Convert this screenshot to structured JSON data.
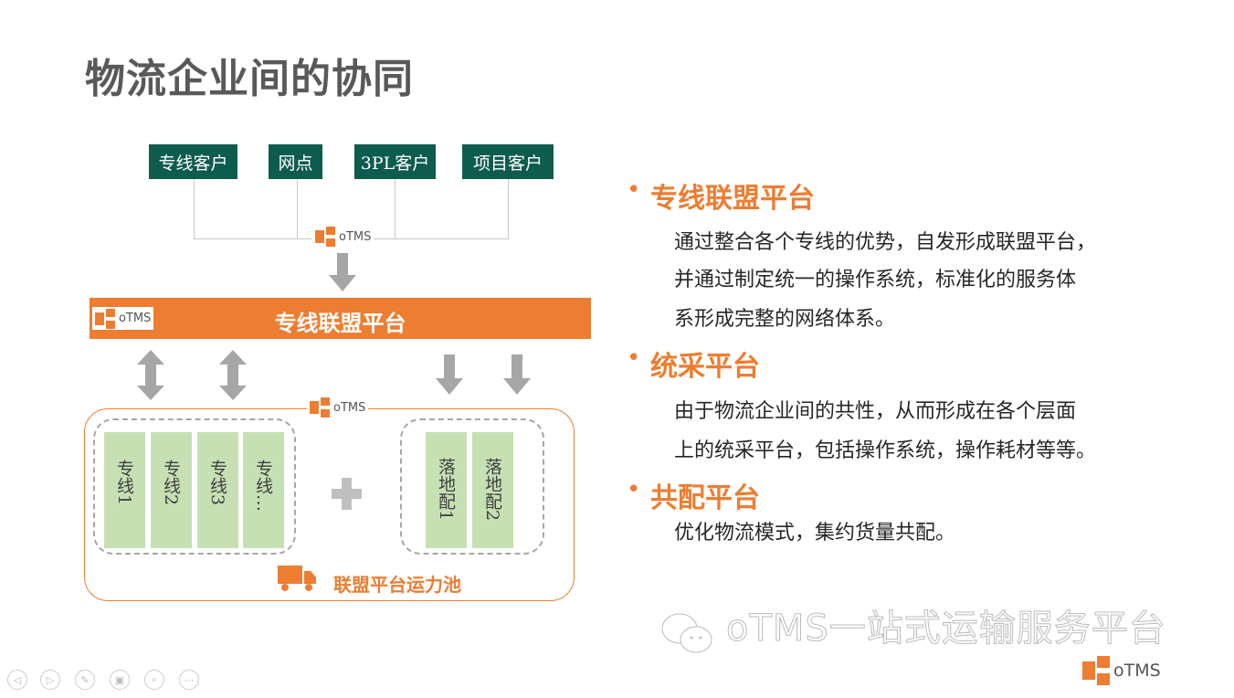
{
  "title": "物流企业间的协同",
  "customers": [
    "专线客户",
    "网点",
    "3PL客户",
    "项目客户"
  ],
  "logo_text": "oTMS",
  "platform_bar": "专线联盟平台",
  "lines": [
    "专线1",
    "专线2",
    "专线3",
    "专线…"
  ],
  "delivery": [
    "落地配1",
    "落地配2"
  ],
  "pool_label": "联盟平台运力池",
  "sections": [
    {
      "heading": "专线联盟平台",
      "lines": [
        "通过整合各个专线的优势，自发形成联盟平台，",
        "并通过制定统一的操作系统，标准化的服务体",
        "系形成完整的网络体系。"
      ]
    },
    {
      "heading": "统采平台",
      "lines": [
        "由于物流企业间的共性，从而形成在各个层面",
        "上的统采平台，包括操作系统，操作耗材等等。"
      ]
    },
    {
      "heading": "共配平台",
      "lines": [
        "优化物流模式，集约货量共配。"
      ]
    }
  ],
  "watermark": "oTMS一站式运输服务平台",
  "nav": [
    "◁",
    "▷",
    "✎",
    "▣",
    "⌕",
    "⋯"
  ],
  "colors": {
    "accent": "#ED7D31",
    "green_dark": "#0E5C4E",
    "green_light": "#C6E0B4"
  }
}
